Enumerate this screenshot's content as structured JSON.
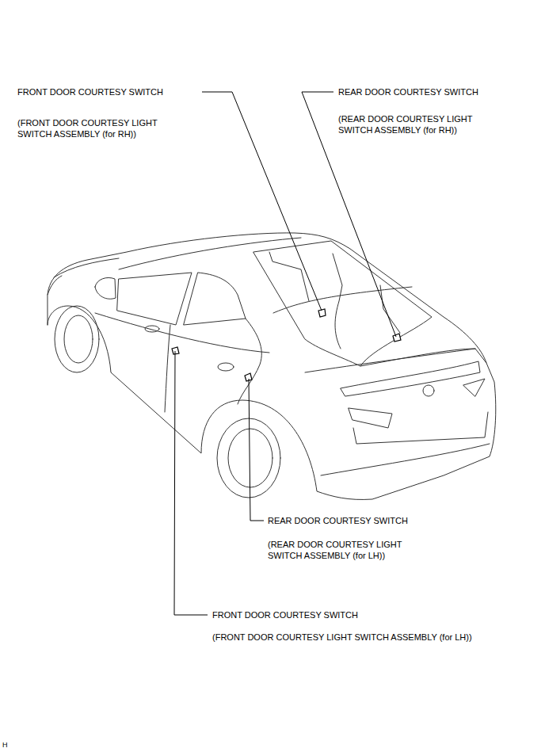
{
  "diagram": {
    "labels": [
      "FRONT DOOR COURTESY SWITCH",
      "(FRONT DOOR COURTESY LIGHT SWITCH ASSEMBLY (for RH))",
      "REAR DOOR COURTESY SWITCH",
      "(REAR DOOR COURTESY LIGHT SWITCH ASSEMBLY (for RH))",
      "REAR DOOR COURTESY SWITCH",
      "(REAR DOOR COURTESY LIGHT SWITCH ASSEMBLY (for LH))",
      "FRONT DOOR COURTESY SWITCH",
      "(FRONT DOOR COURTESY LIGHT SWITCH ASSEMBLY (for LH))",
      "H"
    ]
  }
}
